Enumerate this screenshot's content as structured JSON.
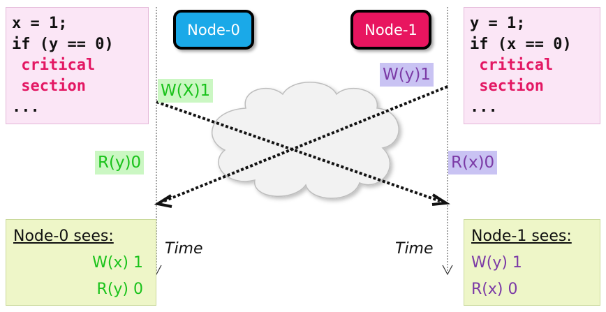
{
  "code_left": {
    "lines": [
      {
        "text": "x = 1;",
        "highlight": false
      },
      {
        "text": "if (y == 0)",
        "highlight": false
      },
      {
        "text": " critical",
        "highlight": true
      },
      {
        "text": " section",
        "highlight": true
      },
      {
        "text": "...",
        "highlight": false
      }
    ]
  },
  "code_right": {
    "lines": [
      {
        "text": "y = 1;",
        "highlight": false
      },
      {
        "text": "if (x == 0)",
        "highlight": false
      },
      {
        "text": " critical",
        "highlight": true
      },
      {
        "text": " section",
        "highlight": true
      },
      {
        "text": "...",
        "highlight": false
      }
    ]
  },
  "nodes": {
    "node0": {
      "label": "Node-0",
      "color": "#1aa9e8"
    },
    "node1": {
      "label": "Node-1",
      "color": "#e8155f"
    }
  },
  "events": {
    "w_x_1": "W(X)1",
    "w_y_1": "W(y)1",
    "r_y_0": "R(y)0",
    "r_x_0": "R(x)0"
  },
  "time_label": "Time",
  "sees": {
    "node0": {
      "title": "Node-0 sees:",
      "entries": [
        "W(x) 1",
        "R(y) 0"
      ]
    },
    "node1": {
      "title": "Node-1 sees:",
      "entries": [
        "W(y) 1",
        "R(x) 0"
      ]
    }
  },
  "colors": {
    "code_bg": "#fbe6f6",
    "code_highlight": "#e31763",
    "node0_text": "#19c21a",
    "node1_text": "#7b3aa6",
    "sees_bg": "#eef6c8",
    "cloud_fill": "#f2f2f2",
    "cloud_stroke": "#bdbdbd"
  },
  "icons": [
    "cloud-icon",
    "arrowhead-icon"
  ]
}
